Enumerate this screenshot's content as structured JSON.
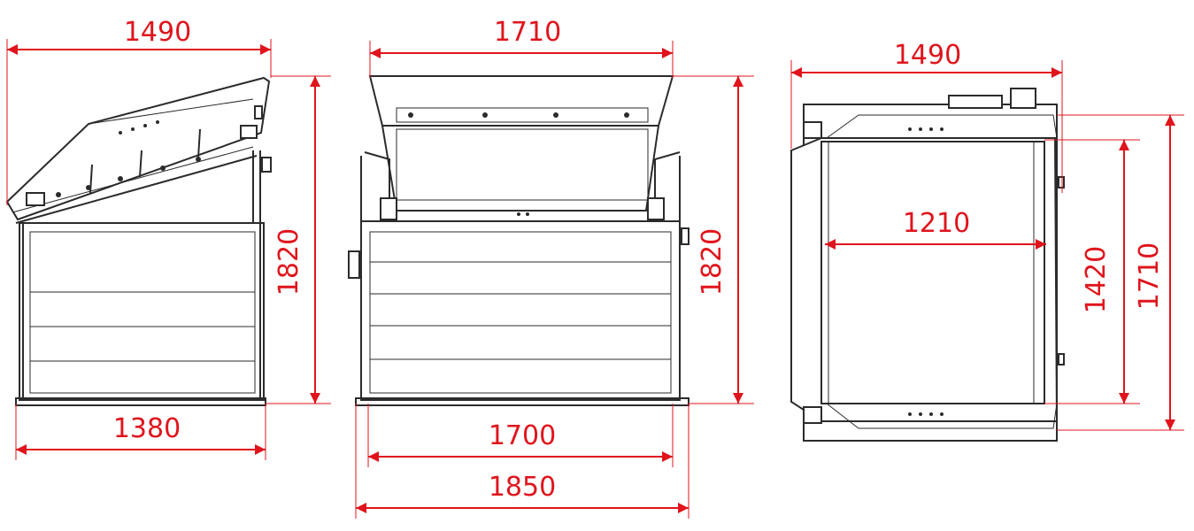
{
  "colors": {
    "dimension": "#e0141c",
    "outline": "#2b2b2b",
    "background": "#ffffff"
  },
  "side_view": {
    "top_width": "1490",
    "height": "1820",
    "base_width": "1380"
  },
  "front_view": {
    "top_width": "1710",
    "height": "1820",
    "inner_base_width": "1700",
    "outer_base_width": "1850"
  },
  "top_view": {
    "overall_width": "1490",
    "inner_width": "1210",
    "inner_depth": "1420",
    "overall_depth": "1710"
  }
}
